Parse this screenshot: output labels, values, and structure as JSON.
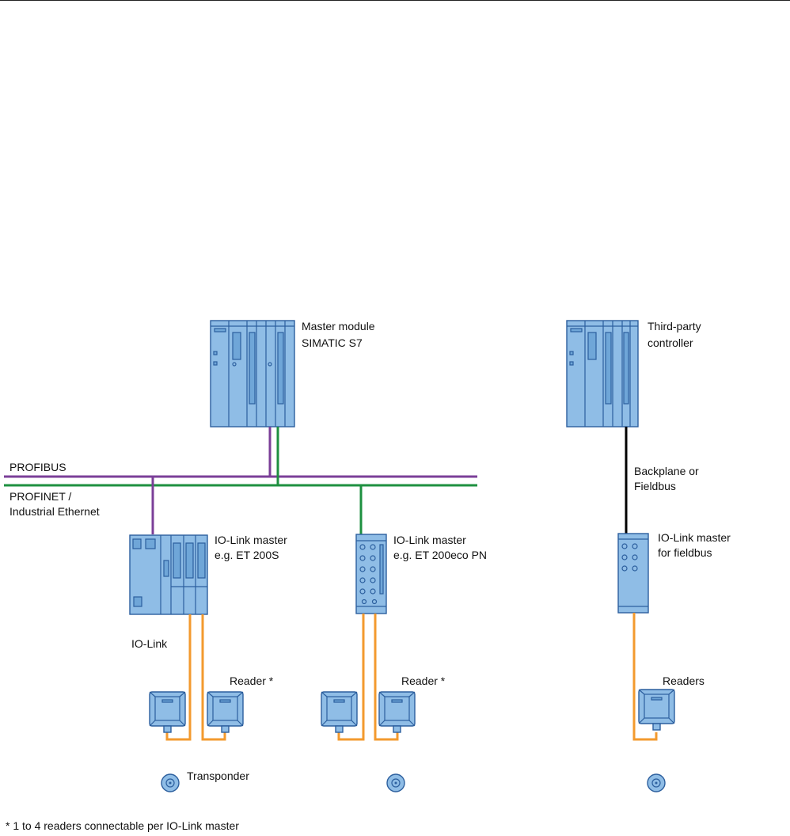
{
  "colors": {
    "profibus": "#7b3f98",
    "profinet": "#1e9040",
    "backplane": "#000000",
    "io_link": "#f39a2e",
    "device_fill": "#8fbde6",
    "device_stroke": "#2c5f9e"
  },
  "labels": {
    "master_module": [
      "Master module",
      "SIMATIC S7"
    ],
    "third_party": [
      "Third-party",
      "controller"
    ],
    "profibus": "PROFIBUS",
    "profinet": [
      "PROFINET /",
      "Industrial Ethernet"
    ],
    "backplane": [
      "Backplane or",
      "Fieldbus"
    ],
    "iolink_et200s": [
      "IO-Link master",
      "e.g. ET 200S"
    ],
    "iolink_et200eco": [
      "IO-Link master",
      "e.g. ET 200eco PN"
    ],
    "iolink_fieldbus": [
      "IO-Link master",
      "for fieldbus"
    ],
    "io_link": "IO-Link",
    "reader_1": "Reader *",
    "reader_2": "Reader *",
    "readers": "Readers",
    "transponder": "Transponder",
    "footnote": "* 1 to 4 readers connectable per IO-Link master"
  },
  "icons": {
    "controller": "plc-rack-icon",
    "iolink_master": "io-link-master-icon",
    "reader": "rfid-reader-icon",
    "transponder": "transponder-icon"
  }
}
